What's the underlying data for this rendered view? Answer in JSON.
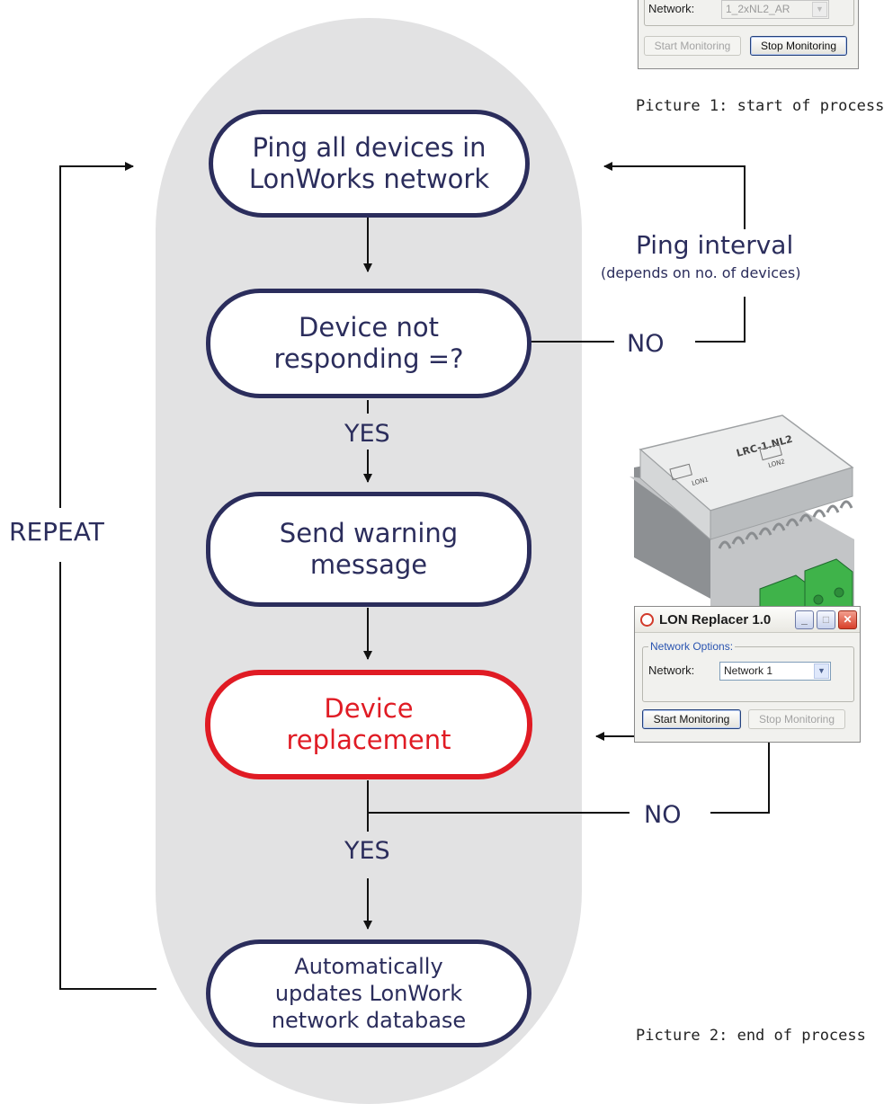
{
  "colors": {
    "navy": "#2b2d5c",
    "red": "#e01b24",
    "pill": "#e2e2e3"
  },
  "nodes": {
    "ping": "Ping all devices in\nLonWorks network",
    "not_responding": "Device not\n responding =?",
    "warning": "Send warning\nmessage",
    "replacement": "Device\nreplacement",
    "update": "Automatically\nupdates LonWork\nnetwork database"
  },
  "labels": {
    "yes_1": "YES",
    "yes_2": "YES",
    "no_1": "NO",
    "no_2": "NO",
    "repeat": "REPEAT",
    "ping_interval": "Ping interval",
    "ping_interval_note": "(depends on no. of devices)"
  },
  "captions": {
    "picture_1": "Picture 1: start of process",
    "picture_2": "Picture 2: end of process"
  },
  "window_top": {
    "network_label": "Network:",
    "network_value": "1_2xNL2_AR",
    "start_button": "Start Monitoring",
    "stop_button": "Stop Monitoring"
  },
  "window_bottom": {
    "title": "LON Replacer 1.0",
    "group_label": "Network Options:",
    "network_label": "Network:",
    "network_value": "Network 1",
    "start_button": "Start Monitoring",
    "stop_button": "Stop Monitoring",
    "icons": [
      "clock-icon",
      "minimize-icon",
      "maximize-icon",
      "close-icon"
    ]
  },
  "device": {
    "model_label": "LRC-1.NL2",
    "port_labels": [
      "LON1",
      "LON2"
    ]
  }
}
